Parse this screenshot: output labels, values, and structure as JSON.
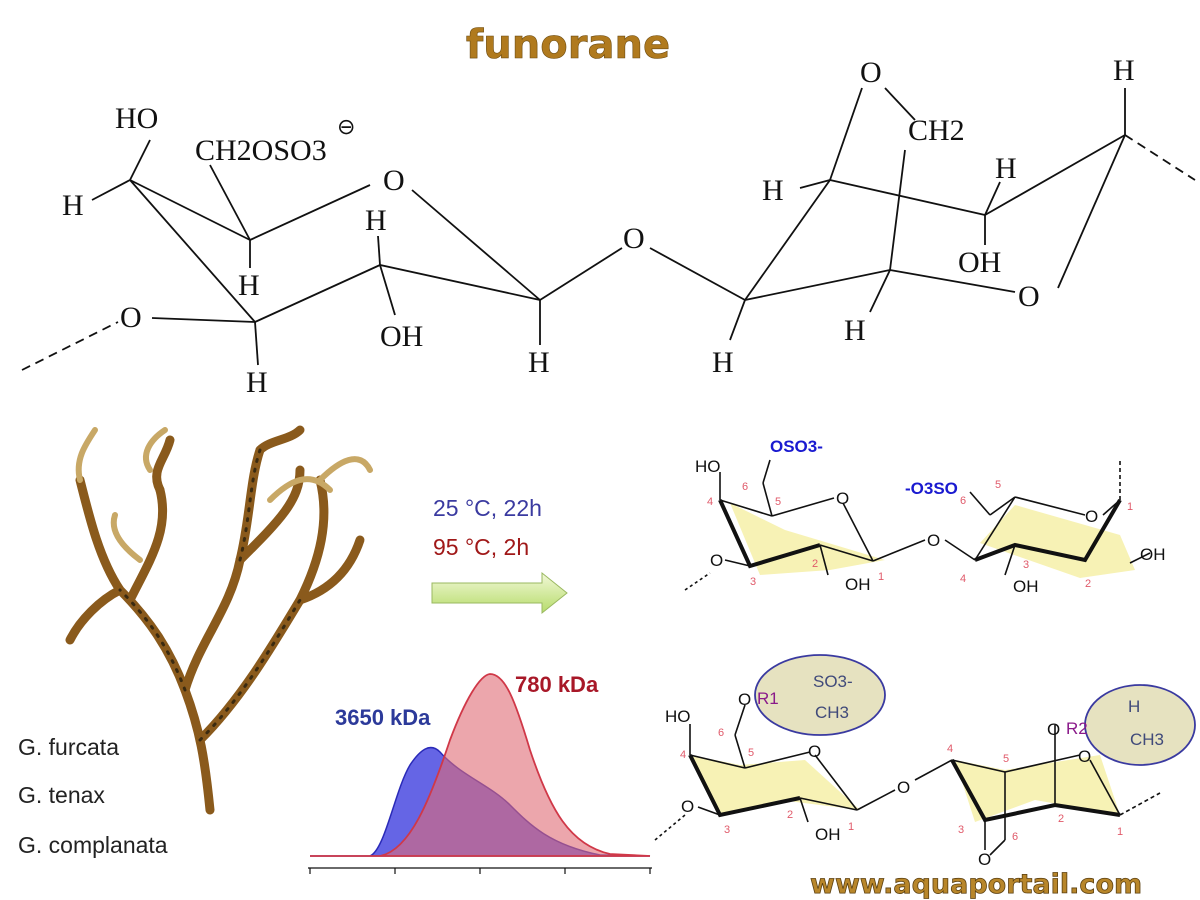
{
  "title": "funorane",
  "top_structure": {
    "labels": [
      "HO",
      "CH2OSO3",
      "H",
      "O",
      "H",
      "O",
      "H",
      "OH",
      "H",
      "O",
      "H",
      "O",
      "CH2",
      "H",
      "H",
      "OH",
      "O",
      "H",
      "H",
      "H"
    ]
  },
  "species": [
    "G. furcata",
    "G. tenax",
    "G. complanata"
  ],
  "conditions": {
    "blue": "25 °C, 22h",
    "red": "95 °C, 2h"
  },
  "arrow_icon": "right-arrow",
  "chart_data": {
    "type": "area",
    "title": "",
    "xlabel": "",
    "ylabel": "",
    "series": [
      {
        "name": "3650 kDa",
        "color": "#3b3bd8",
        "peak_label": "3650 kDa"
      },
      {
        "name": "780 kDa",
        "color": "#e0606a",
        "peak_label": "780 kDa"
      }
    ],
    "ticks": 5
  },
  "structure_a": {
    "substituents": [
      "HO",
      "OSO3-",
      "-O3SO",
      "OH",
      "OH",
      "OH",
      "O",
      "O"
    ],
    "numbers": [
      "6",
      "5",
      "4",
      "3",
      "2",
      "1",
      "6",
      "5",
      "4",
      "3",
      "2",
      "1"
    ]
  },
  "structure_b": {
    "r1": {
      "label": "R1",
      "options": [
        "SO3-",
        "CH3"
      ]
    },
    "r2": {
      "label": "R2",
      "options": [
        "H",
        "CH3"
      ]
    },
    "labels": [
      "HO",
      "OH",
      "O",
      "O",
      "O",
      "O",
      "O"
    ]
  },
  "watermark": "www.aquaportail.com",
  "colors": {
    "ring_fill": "#f7f2b5",
    "blue": "#1a1ad0",
    "red": "#b01020",
    "ellipse": "#e6e2c0"
  }
}
